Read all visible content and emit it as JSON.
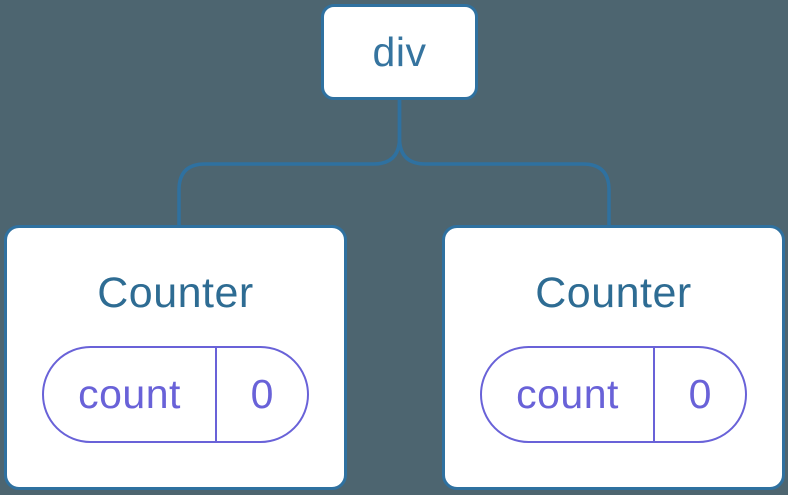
{
  "diagram": {
    "type": "react-component-tree",
    "colors": {
      "background": "#4D6570",
      "connector_line": "#2F71A0",
      "node_border": "#2F71A0",
      "node_background": "#FFFFFF",
      "root_label_text": "#36749F",
      "counter_title_text": "#2E6C93",
      "state_accent": "#6962D8"
    },
    "root": {
      "label": "div"
    },
    "children": [
      {
        "title": "Counter",
        "state": {
          "key": "count",
          "value": "0"
        }
      },
      {
        "title": "Counter",
        "state": {
          "key": "count",
          "value": "0"
        }
      }
    ]
  }
}
